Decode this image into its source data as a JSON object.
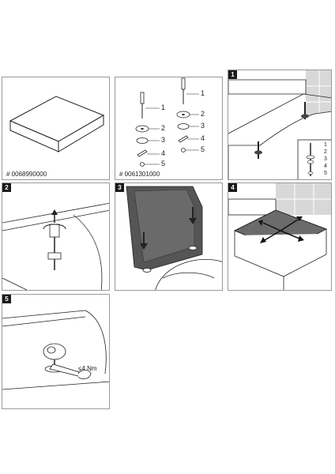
{
  "panels": {
    "seat": {
      "caption": "# 0068990000"
    },
    "parts": {
      "caption": "# 0061301000",
      "labels": [
        "1",
        "2",
        "3",
        "4",
        "5"
      ]
    },
    "step1": {
      "number": "1",
      "inset_labels": [
        "1",
        "2",
        "3",
        "4",
        "5"
      ]
    },
    "step2": {
      "number": "2"
    },
    "step3": {
      "number": "3"
    },
    "step4": {
      "number": "4"
    },
    "step5": {
      "number": "5",
      "torque": "≤4 Nm"
    }
  }
}
